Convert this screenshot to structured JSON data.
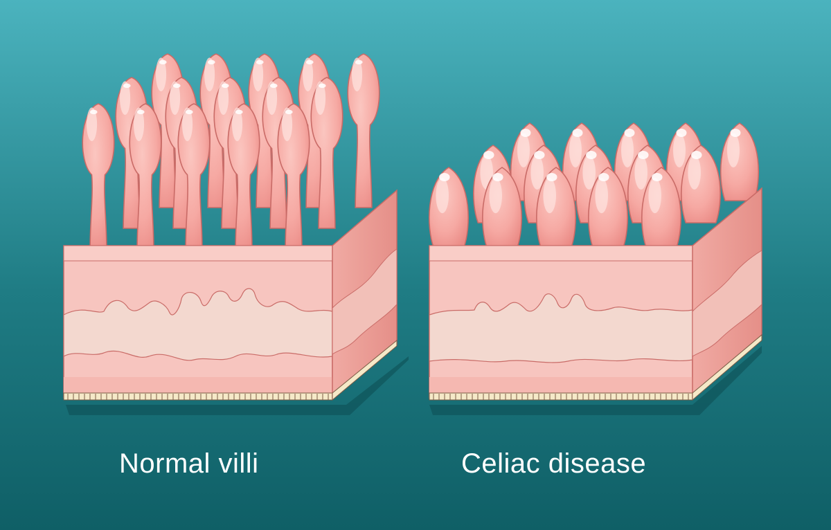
{
  "panels": [
    {
      "id": "normal",
      "label": "Normal villi",
      "villus_state": "long"
    },
    {
      "id": "celiac",
      "label": "Celiac disease",
      "villus_state": "short, flattened"
    }
  ],
  "colors": {
    "background_top": "#4bb3be",
    "background_bottom": "#0f5f66",
    "villus_fill": "#f6a9a3",
    "villus_highlight": "#fde1dd",
    "villus_outline": "#c96b67",
    "tissue_front": "#f7c5bf",
    "tissue_layer": "#f3d8cf",
    "tissue_side": "#ec9e97",
    "base_strip": "#f5e9c8",
    "shadow": "#0c4c52"
  }
}
